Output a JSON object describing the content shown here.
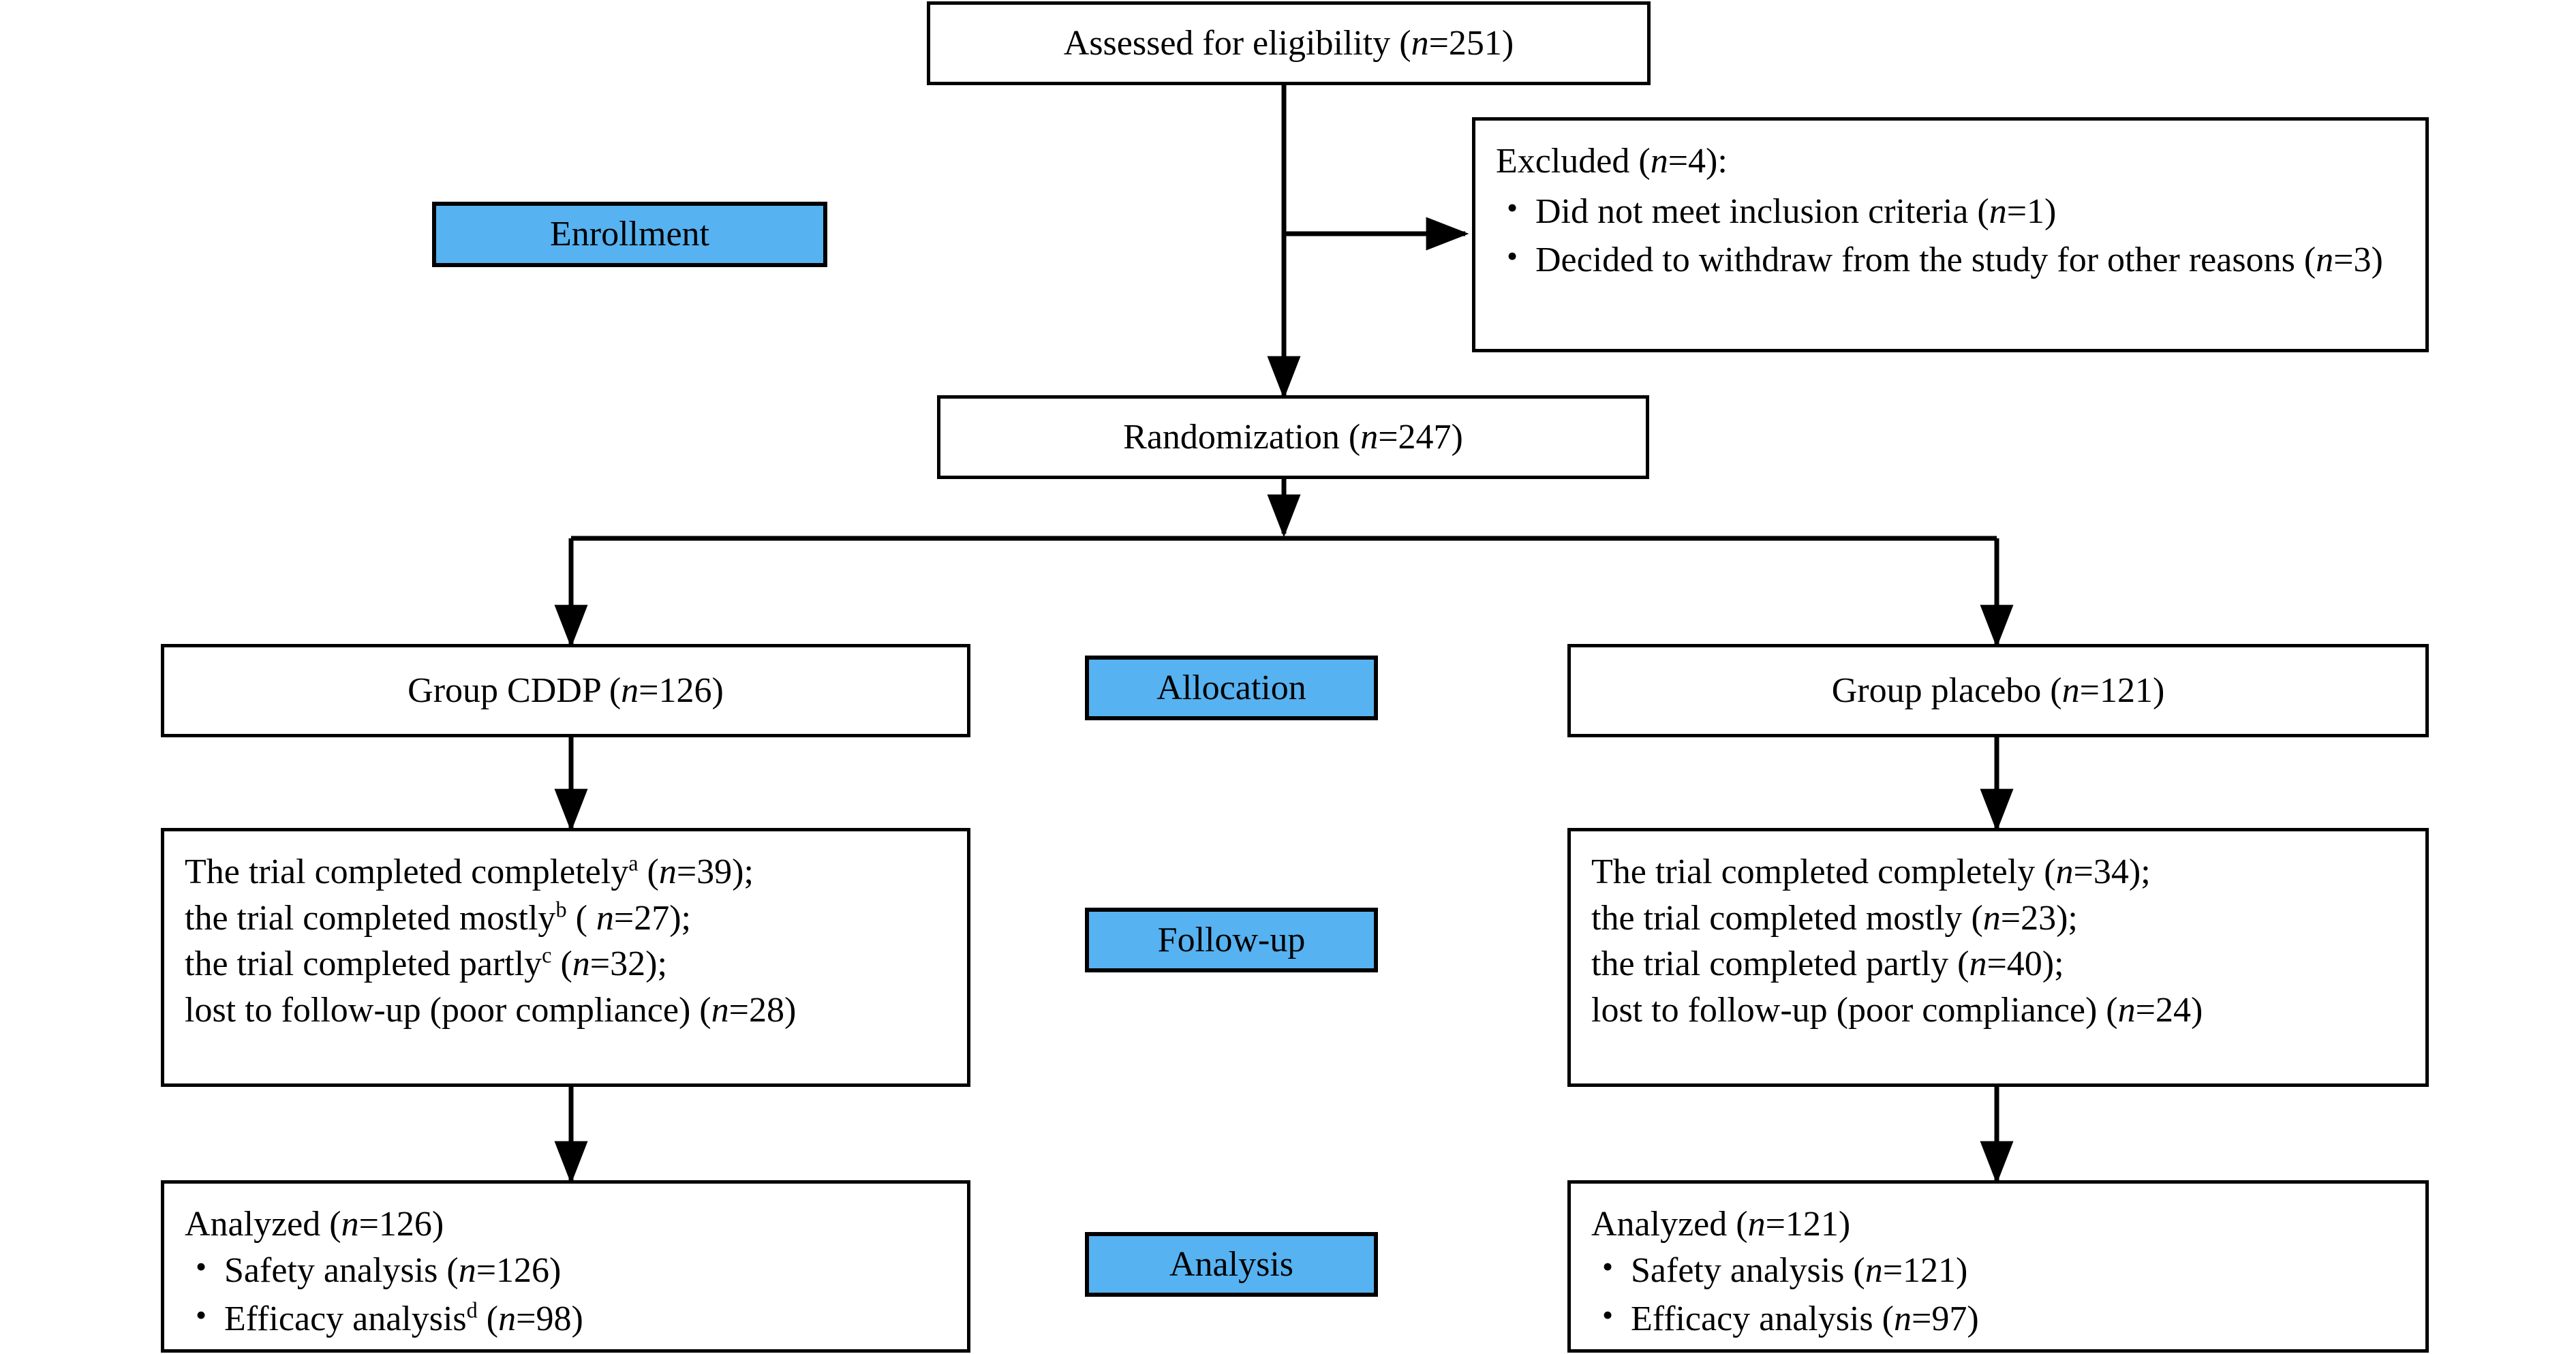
{
  "diagram": {
    "type": "consort-flow-diagram",
    "title": "CONSORT participant flow",
    "accent_color": "#56B2F0",
    "border_color": "#000000",
    "background_color": "#FFFFFF"
  },
  "phase_labels": {
    "enrollment": "Enrollment",
    "allocation": "Allocation",
    "followup": "Follow-up",
    "analysis": "Analysis"
  },
  "enrollment": {
    "assessed": {
      "label": "Assessed for eligibility",
      "n": "251",
      "text": "Assessed for eligibility (n=251)"
    },
    "excluded": {
      "heading": "Excluded",
      "n": "4",
      "heading_text": "Excluded (n=4):",
      "reasons": [
        {
          "text": "Did not meet inclusion criteria",
          "n": "1",
          "full": "Did not meet inclusion criteria (n=1)"
        },
        {
          "text": "Decided to withdraw from the study for other reasons",
          "n": "3",
          "full": "Decided to withdraw from the study for other reasons (n=3)"
        }
      ]
    },
    "randomization": {
      "label": "Randomization",
      "n": "247",
      "text": "Randomization (n=247)"
    }
  },
  "arms": {
    "left": {
      "allocation": {
        "label": "Group CDDP",
        "n": "126",
        "text": "Group CDDP (n=126)"
      },
      "followup": {
        "lines": [
          {
            "text": "The trial completed completely",
            "sup": "a",
            "n": "39",
            "suffix": ";",
            "paren_space": false
          },
          {
            "text": "the trial completed mostly",
            "sup": "b",
            "n": "27",
            "suffix": ";",
            "paren_space": true
          },
          {
            "text": "the trial completed partly",
            "sup": "c",
            "n": "32",
            "suffix": ";",
            "paren_space": false
          },
          {
            "text": "lost to follow-up (poor compliance)",
            "sup": "",
            "n": "28",
            "suffix": "",
            "paren_space": false
          }
        ]
      },
      "analysis": {
        "heading": "Analyzed",
        "n": "126",
        "heading_text": "Analyzed (n=126)",
        "items": [
          {
            "text": "Safety analysis",
            "sup": "",
            "n": "126",
            "full": "Safety analysis (n=126)"
          },
          {
            "text": "Efficacy analysis",
            "sup": "d",
            "n": "98",
            "full": "Efficacy analysis (n=98)"
          }
        ]
      }
    },
    "right": {
      "allocation": {
        "label": "Group placebo",
        "n": "121",
        "text": "Group placebo (n=121)"
      },
      "followup": {
        "lines": [
          {
            "text": "The trial completed completely",
            "sup": "",
            "n": "34",
            "suffix": ";",
            "paren_space": false
          },
          {
            "text": "the trial completed mostly",
            "sup": "",
            "n": "23",
            "suffix": ";",
            "paren_space": false
          },
          {
            "text": "the trial completed partly",
            "sup": "",
            "n": "40",
            "suffix": ";",
            "paren_space": false
          },
          {
            "text": "lost to follow-up (poor compliance)",
            "sup": "",
            "n": "24",
            "suffix": "",
            "paren_space": false
          }
        ]
      },
      "analysis": {
        "heading": "Analyzed",
        "n": "121",
        "heading_text": "Analyzed (n=121)",
        "items": [
          {
            "text": "Safety analysis",
            "sup": "",
            "n": "121",
            "full": "Safety analysis (n=121)"
          },
          {
            "text": "Efficacy analysis",
            "sup": "",
            "n": "97",
            "full": "Efficacy analysis (n=97)"
          }
        ]
      }
    }
  }
}
